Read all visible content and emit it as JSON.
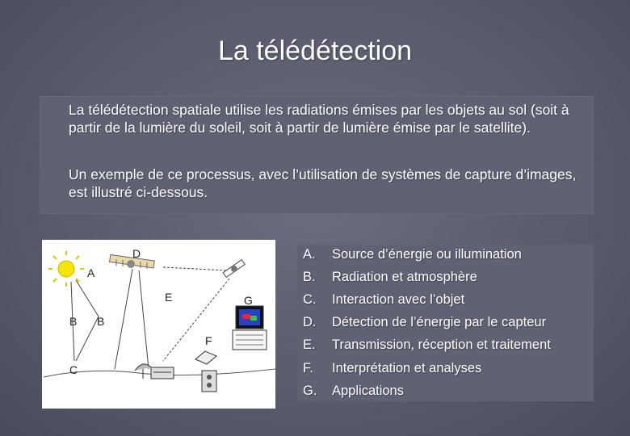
{
  "slide": {
    "title": "La télédétection",
    "intro": {
      "paragraph1": "La télédétection spatiale utilise les radiations émises par les objets au sol (soit à partir de la lumière du soleil, soit à partir de lumière émise par le satellite).",
      "paragraph2": "Un exemple de ce processus, avec l’utilisation de systèmes de capture d’images, est illustré ci-dessous."
    },
    "figure": {
      "labels": [
        "A",
        "B",
        "B",
        "C",
        "D",
        "E",
        "F",
        "G"
      ]
    },
    "legend": [
      {
        "letter": "A.",
        "text": "Source d’énergie ou illumination"
      },
      {
        "letter": "B.",
        "text": "Radiation et atmosphère"
      },
      {
        "letter": "C.",
        "text": "Interaction avec l’objet"
      },
      {
        "letter": "D.",
        "text": "Détection de l’énergie par le capteur"
      },
      {
        "letter": "E.",
        "text": "Transmission, réception et traitement"
      },
      {
        "letter": "F.",
        "text": "Interprétation et analyses"
      },
      {
        "letter": "G.",
        "text": "Applications"
      }
    ]
  }
}
